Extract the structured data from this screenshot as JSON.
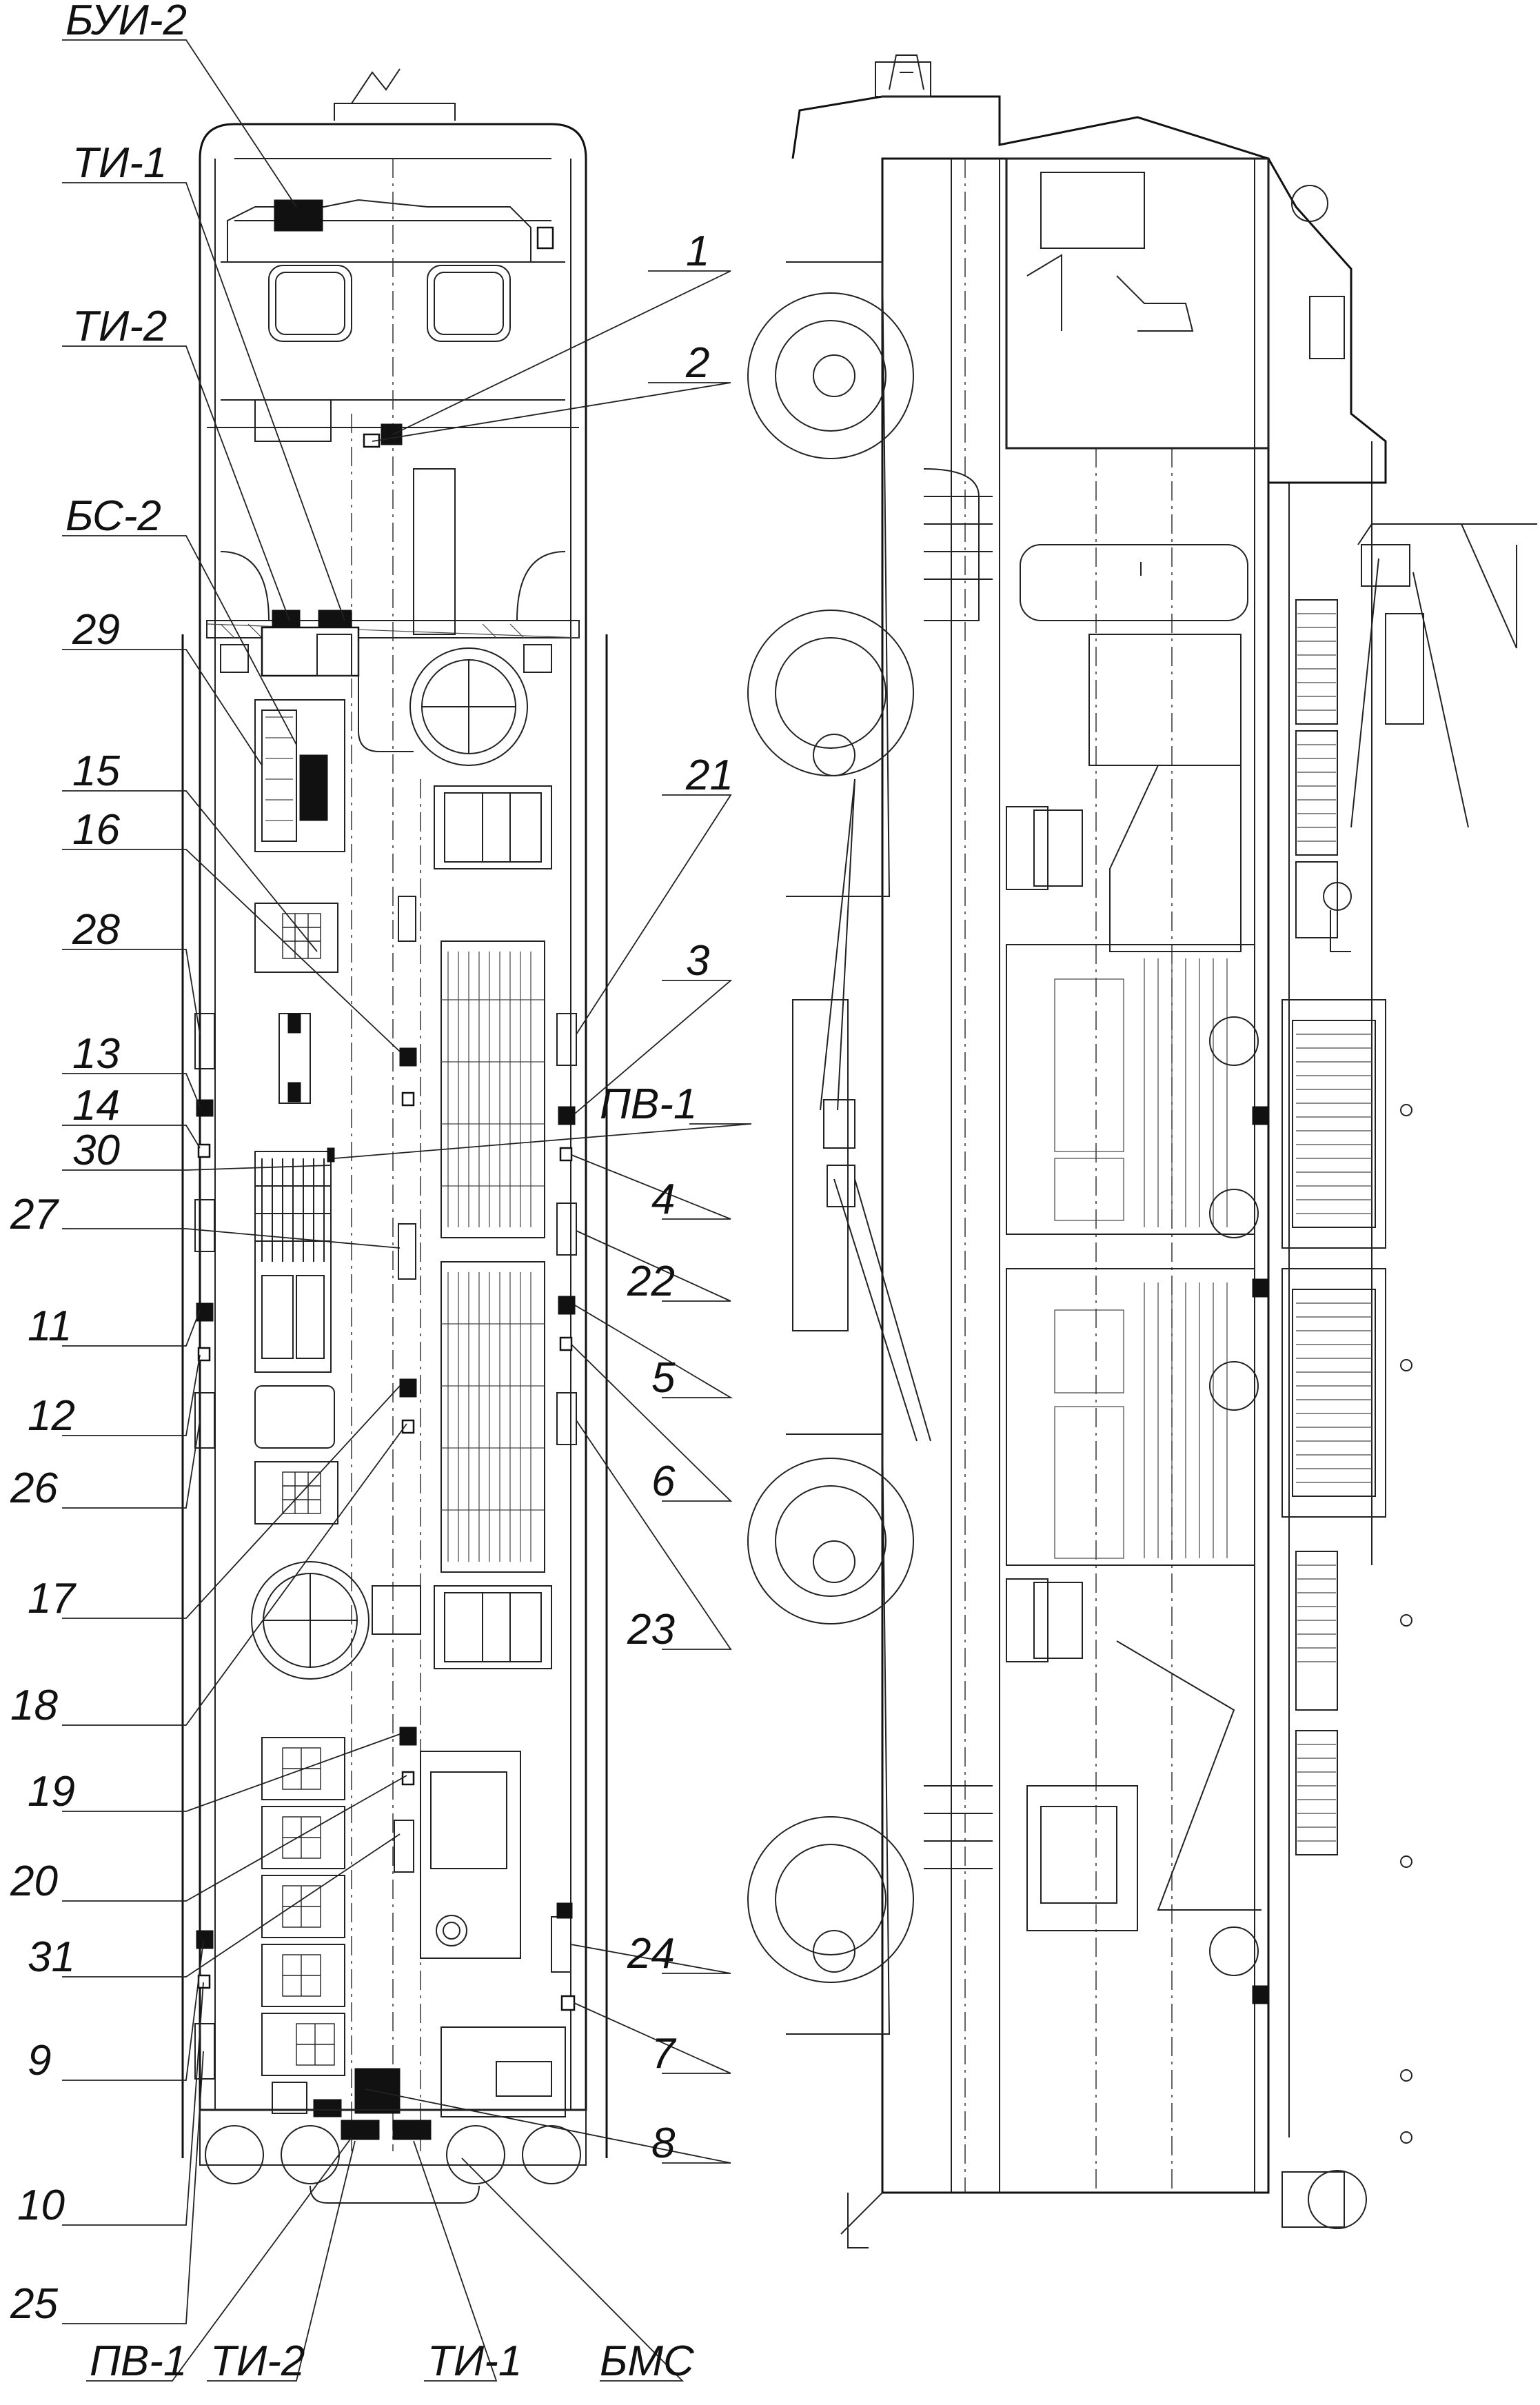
{
  "labels": {
    "bui2": "БУИ-2",
    "ti1_top": "ТИ-1",
    "ti2_top": "ТИ-2",
    "bs2": "БС-2",
    "n29": "29",
    "n15": "15",
    "n16": "16",
    "n28": "28",
    "n13": "13",
    "n14": "14",
    "n30": "30",
    "n27": "27",
    "n11": "11",
    "n12": "12",
    "n26": "26",
    "n17": "17",
    "n18": "18",
    "n19": "19",
    "n20": "20",
    "n31": "31",
    "n9": "9",
    "n10": "10",
    "n25": "25",
    "pv1_bottom": "ПВ-1",
    "ti2_bottom": "ТИ-2",
    "ti1_bottom": "ТИ-1",
    "bms": "БМС",
    "n1": "1",
    "n2": "2",
    "n21": "21",
    "n3": "3",
    "pv1_right": "ПВ-1",
    "n4": "4",
    "n22": "22",
    "n5": "5",
    "n6": "6",
    "n23": "23",
    "n24": "24",
    "n7": "7",
    "n8": "8"
  }
}
